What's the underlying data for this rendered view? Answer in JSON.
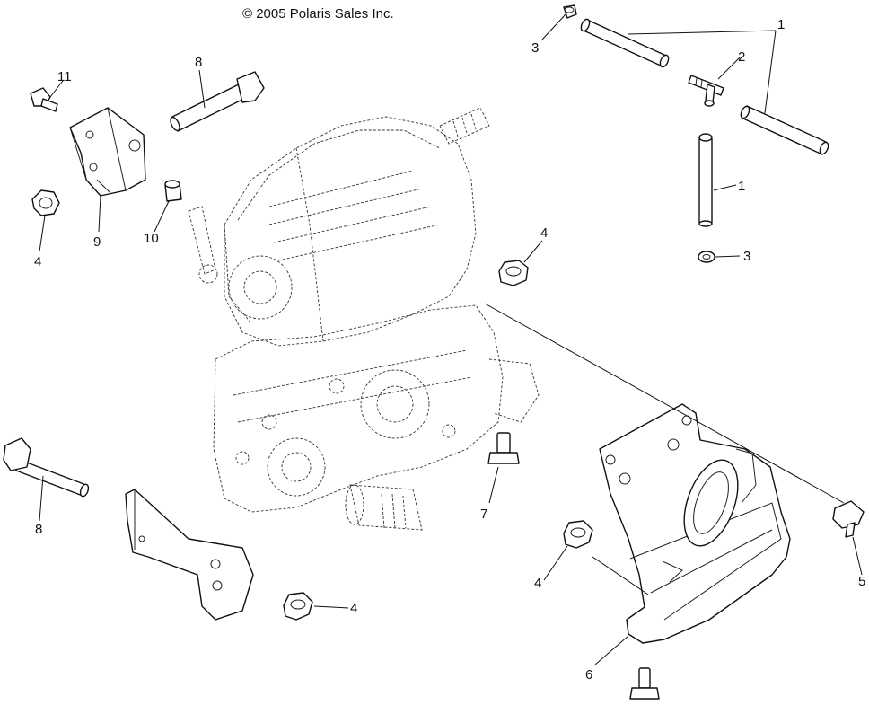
{
  "copyright": "© 2005 Polaris Sales Inc.",
  "callouts": {
    "c1a": "1",
    "c1b": "1",
    "c2": "2",
    "c3a": "3",
    "c3b": "3",
    "c4a": "4",
    "c4b": "4",
    "c4c": "4",
    "c4d": "4",
    "c5": "5",
    "c6": "6",
    "c7": "7",
    "c8a": "8",
    "c8b": "8",
    "c9": "9",
    "c10": "10",
    "c11": "11"
  }
}
